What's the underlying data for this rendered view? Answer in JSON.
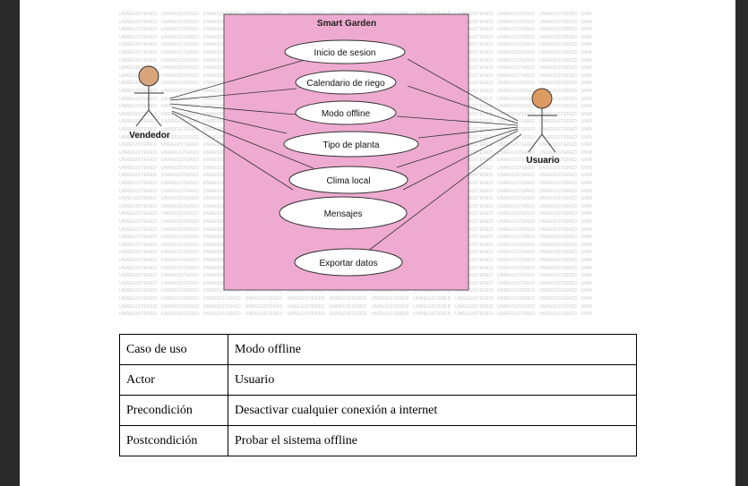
{
  "diagram": {
    "system_title": "Smart Garden",
    "watermark_text": "UNREGISTERED",
    "actors": {
      "left": "Vendedor",
      "right": "Usuario"
    },
    "use_cases": [
      "Inicio de sesion",
      "Calendario de riego",
      "Modo offline",
      "Tipo de planta",
      "Clima local",
      "Mensajes",
      "Exportar datos"
    ],
    "colors": {
      "system_fill": "#eeaad0",
      "actor_head": "#d9a47a",
      "actor_head_right": "#dd9b62"
    }
  },
  "table": {
    "rows": [
      {
        "key": "Caso de uso",
        "value": "Modo offline"
      },
      {
        "key": "Actor",
        "value": "Usuario"
      },
      {
        "key": "Precondición",
        "value": "Desactivar cualquier conexión a internet"
      },
      {
        "key": "Postcondición",
        "value": "Probar el sistema offline"
      }
    ]
  }
}
